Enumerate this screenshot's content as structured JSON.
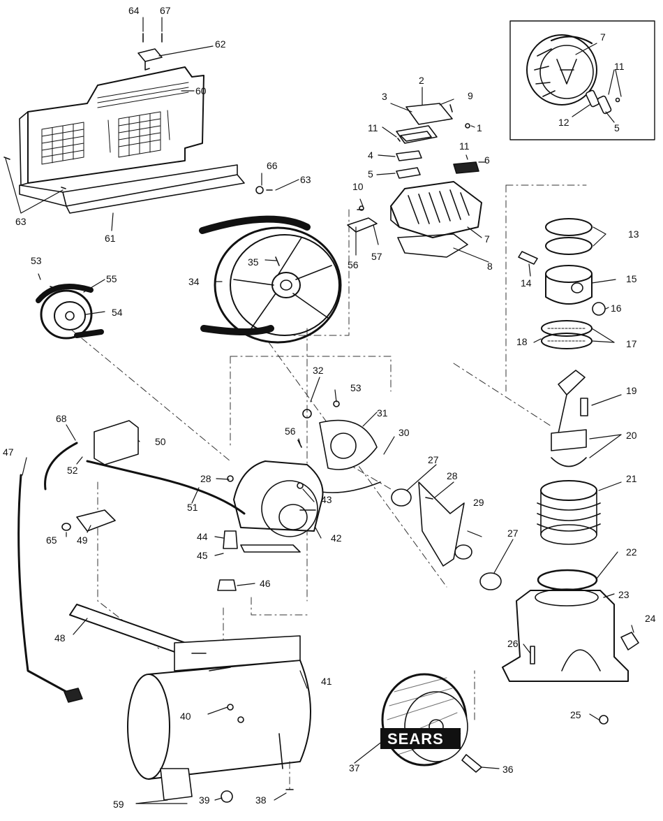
{
  "diagram": {
    "watermark": "SEARS",
    "callouts": [
      {
        "id": "p64",
        "label": "64"
      },
      {
        "id": "p67",
        "label": "67"
      },
      {
        "id": "p62",
        "label": "62"
      },
      {
        "id": "p60",
        "label": "60"
      },
      {
        "id": "p63a",
        "label": "63"
      },
      {
        "id": "p66",
        "label": "66"
      },
      {
        "id": "p63b",
        "label": "63"
      },
      {
        "id": "p61",
        "label": "61"
      },
      {
        "id": "p2",
        "label": "2"
      },
      {
        "id": "p3",
        "label": "3"
      },
      {
        "id": "p9",
        "label": "9"
      },
      {
        "id": "p11a",
        "label": "11"
      },
      {
        "id": "p1",
        "label": "1"
      },
      {
        "id": "p4",
        "label": "4"
      },
      {
        "id": "p11b",
        "label": "11"
      },
      {
        "id": "p6",
        "label": "6"
      },
      {
        "id": "p5a",
        "label": "5"
      },
      {
        "id": "p10",
        "label": "10"
      },
      {
        "id": "p7a",
        "label": "7"
      },
      {
        "id": "p57",
        "label": "57"
      },
      {
        "id": "p56a",
        "label": "56"
      },
      {
        "id": "p8",
        "label": "8"
      },
      {
        "id": "p7b",
        "label": "7"
      },
      {
        "id": "p11c",
        "label": "11"
      },
      {
        "id": "p12",
        "label": "12"
      },
      {
        "id": "p5b",
        "label": "5"
      },
      {
        "id": "p13",
        "label": "13"
      },
      {
        "id": "p14",
        "label": "14"
      },
      {
        "id": "p15",
        "label": "15"
      },
      {
        "id": "p16",
        "label": "16"
      },
      {
        "id": "p18",
        "label": "18"
      },
      {
        "id": "p17",
        "label": "17"
      },
      {
        "id": "p19",
        "label": "19"
      },
      {
        "id": "p20",
        "label": "20"
      },
      {
        "id": "p21",
        "label": "21"
      },
      {
        "id": "p22",
        "label": "22"
      },
      {
        "id": "p23",
        "label": "23"
      },
      {
        "id": "p24",
        "label": "24"
      },
      {
        "id": "p26",
        "label": "26"
      },
      {
        "id": "p25",
        "label": "25"
      },
      {
        "id": "p53a",
        "label": "53"
      },
      {
        "id": "p55",
        "label": "55"
      },
      {
        "id": "p54",
        "label": "54"
      },
      {
        "id": "p35",
        "label": "35"
      },
      {
        "id": "p34",
        "label": "34"
      },
      {
        "id": "p32",
        "label": "32"
      },
      {
        "id": "p53b",
        "label": "53"
      },
      {
        "id": "p31",
        "label": "31"
      },
      {
        "id": "p30",
        "label": "30"
      },
      {
        "id": "p56b",
        "label": "56"
      },
      {
        "id": "p27a",
        "label": "27"
      },
      {
        "id": "p28a",
        "label": "28"
      },
      {
        "id": "p29",
        "label": "29"
      },
      {
        "id": "p27b",
        "label": "27"
      },
      {
        "id": "p68",
        "label": "68"
      },
      {
        "id": "p50",
        "label": "50"
      },
      {
        "id": "p47",
        "label": "47"
      },
      {
        "id": "p52",
        "label": "52"
      },
      {
        "id": "p28b",
        "label": "28"
      },
      {
        "id": "p43",
        "label": "43"
      },
      {
        "id": "p51",
        "label": "51"
      },
      {
        "id": "p65",
        "label": "65"
      },
      {
        "id": "p49",
        "label": "49"
      },
      {
        "id": "p44",
        "label": "44"
      },
      {
        "id": "p45",
        "label": "45"
      },
      {
        "id": "p42",
        "label": "42"
      },
      {
        "id": "p46",
        "label": "46"
      },
      {
        "id": "p48",
        "label": "48"
      },
      {
        "id": "p41",
        "label": "41"
      },
      {
        "id": "p40",
        "label": "40"
      },
      {
        "id": "p37",
        "label": "37"
      },
      {
        "id": "p36",
        "label": "36"
      },
      {
        "id": "p59",
        "label": "59"
      },
      {
        "id": "p39",
        "label": "39"
      },
      {
        "id": "p38",
        "label": "38"
      }
    ]
  }
}
